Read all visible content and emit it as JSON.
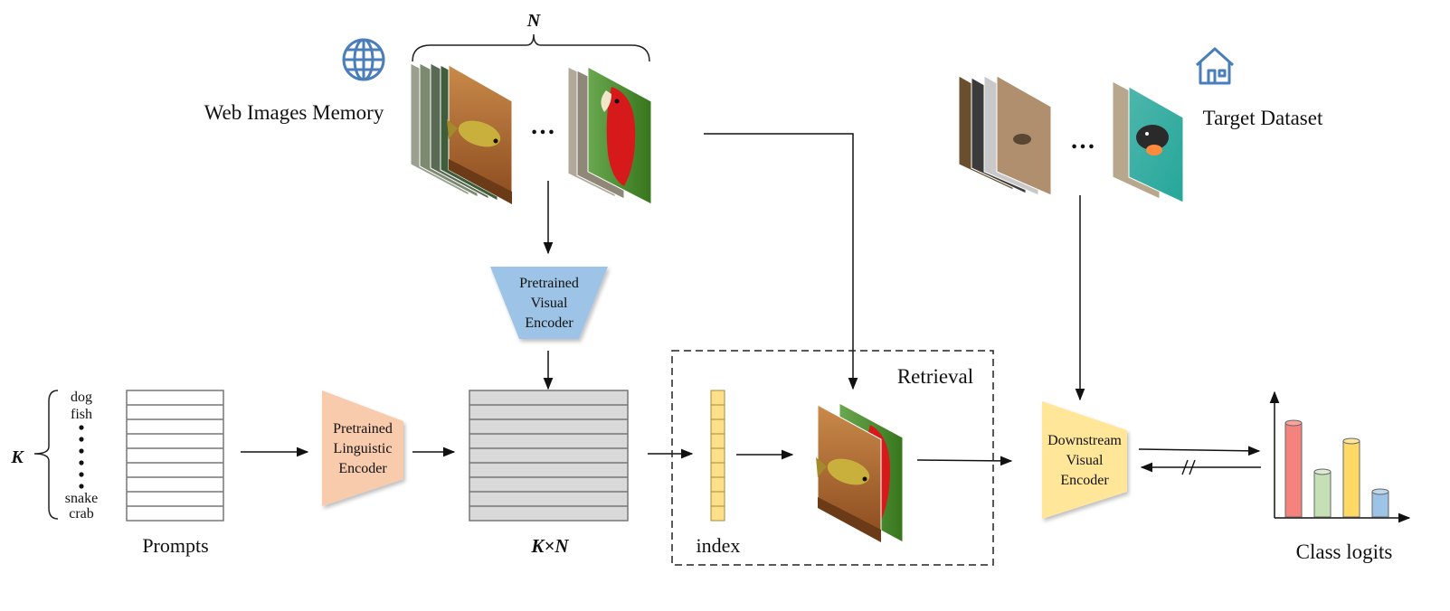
{
  "labels": {
    "n_symbol": "N",
    "k_symbol": "K",
    "web_images_memory": "Web Images Memory",
    "target_dataset": "Target Dataset",
    "ellipsis": "…",
    "pretrained_visual_encoder": [
      "Pretrained",
      "Visual",
      "Encoder"
    ],
    "pretrained_linguistic_encoder": [
      "Pretrained",
      "Linguistic",
      "Encoder"
    ],
    "downstream_visual_encoder": [
      "Downstream",
      "Visual",
      "Encoder"
    ],
    "retrieval": "Retrieval",
    "index": "index",
    "prompts": "Prompts",
    "kxn": "K×N",
    "class_logits": "Class logits"
  },
  "prompt_words": {
    "top": [
      "dog",
      "fish"
    ],
    "bottom": [
      "snake",
      "crab"
    ]
  },
  "colors": {
    "visual_encoder": "#9dc3e6",
    "linguistic_encoder": "#f8cbad",
    "downstream_encoder": "#ffe699",
    "index_cell": "#ffe08a",
    "matrix_fill": "#d9d9d9",
    "icon": "#4a7ebb",
    "bar_red": "#f4837d",
    "bar_green": "#c5e0b4",
    "bar_yellow": "#ffd966",
    "bar_blue": "#9dc3e6"
  },
  "icons": [
    "globe-icon",
    "house-icon"
  ]
}
